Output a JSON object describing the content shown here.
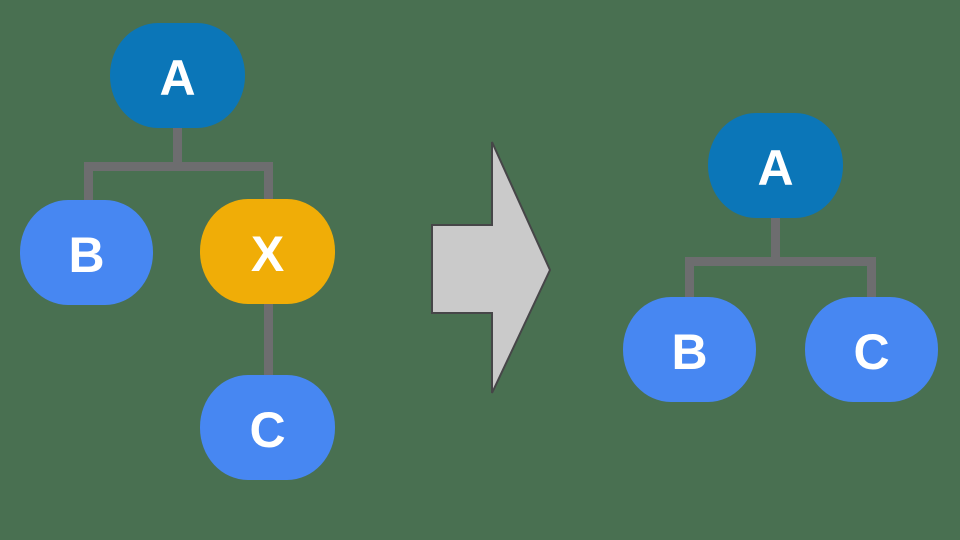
{
  "diagram": {
    "type": "tree-transformation",
    "background_color": "#497051",
    "colors": {
      "root_node": "#0b76b8",
      "child_node": "#4787f2",
      "removed_node": "#f0ad07",
      "connector": "#6d6d6f",
      "arrow_fill": "#cacaca",
      "arrow_stroke": "#464648",
      "node_text": "#ffffff"
    },
    "trees": [
      {
        "name": "before",
        "nodes": [
          {
            "id": "A",
            "label": "A",
            "role": "root"
          },
          {
            "id": "B",
            "label": "B",
            "role": "child"
          },
          {
            "id": "X",
            "label": "X",
            "role": "removed"
          },
          {
            "id": "C",
            "label": "C",
            "role": "child"
          }
        ],
        "edges": [
          [
            "A",
            "B"
          ],
          [
            "A",
            "X"
          ],
          [
            "X",
            "C"
          ]
        ]
      },
      {
        "name": "after",
        "nodes": [
          {
            "id": "A",
            "label": "A",
            "role": "root"
          },
          {
            "id": "B",
            "label": "B",
            "role": "child"
          },
          {
            "id": "C",
            "label": "C",
            "role": "child"
          }
        ],
        "edges": [
          [
            "A",
            "B"
          ],
          [
            "A",
            "C"
          ]
        ]
      }
    ],
    "arrow": {
      "direction": "right"
    }
  }
}
